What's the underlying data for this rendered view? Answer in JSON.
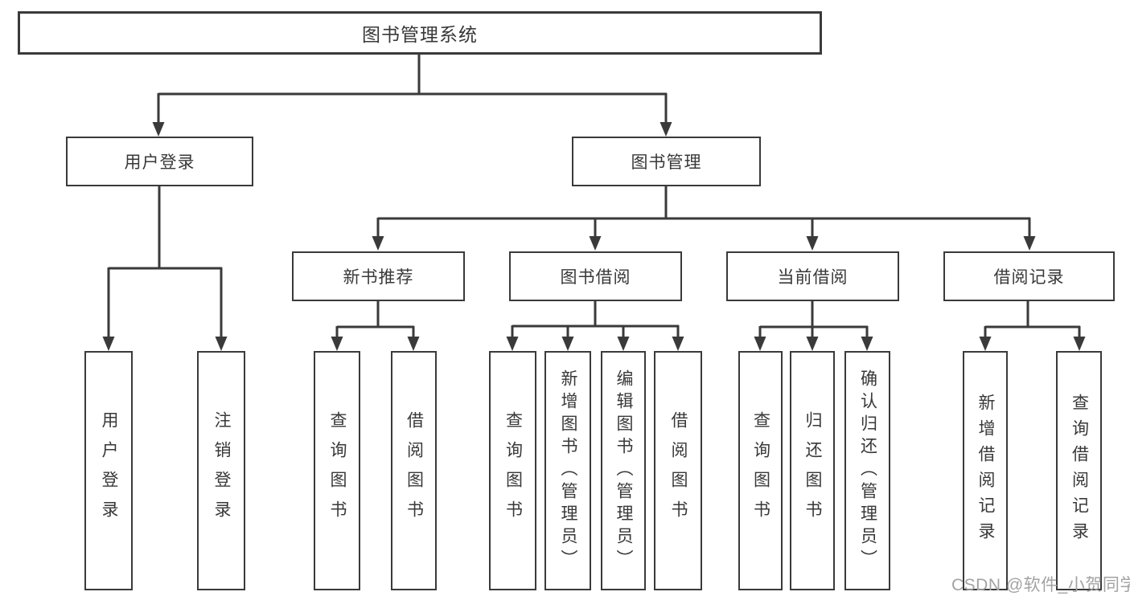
{
  "diagram": {
    "root": {
      "label": "图书管理系统"
    },
    "branches": [
      {
        "label": "用户登录",
        "children": [
          {
            "label": "用户登录"
          },
          {
            "label": "注销登录"
          }
        ]
      },
      {
        "label": "图书管理",
        "children": [
          {
            "label": "新书推荐",
            "children": [
              {
                "label": "查询图书"
              },
              {
                "label": "借阅图书"
              }
            ]
          },
          {
            "label": "图书借阅",
            "children": [
              {
                "label": "查询图书"
              },
              {
                "label": "新增图书（管理员）"
              },
              {
                "label": "编辑图书（管理员）"
              },
              {
                "label": "借阅图书"
              }
            ]
          },
          {
            "label": "当前借阅",
            "children": [
              {
                "label": "查询图书"
              },
              {
                "label": "归还图书"
              },
              {
                "label": "确认归还（管理员）"
              }
            ]
          },
          {
            "label": "借阅记录",
            "children": [
              {
                "label": "新增借阅记录"
              },
              {
                "label": "查询借阅记录"
              }
            ]
          }
        ]
      }
    ]
  },
  "watermark": {
    "text": "CSDN @软件_小贺同学"
  },
  "colors": {
    "line": "#3a3a3a",
    "text": "#383838",
    "watermark": "#a3a3a3",
    "background": "#ffffff"
  }
}
